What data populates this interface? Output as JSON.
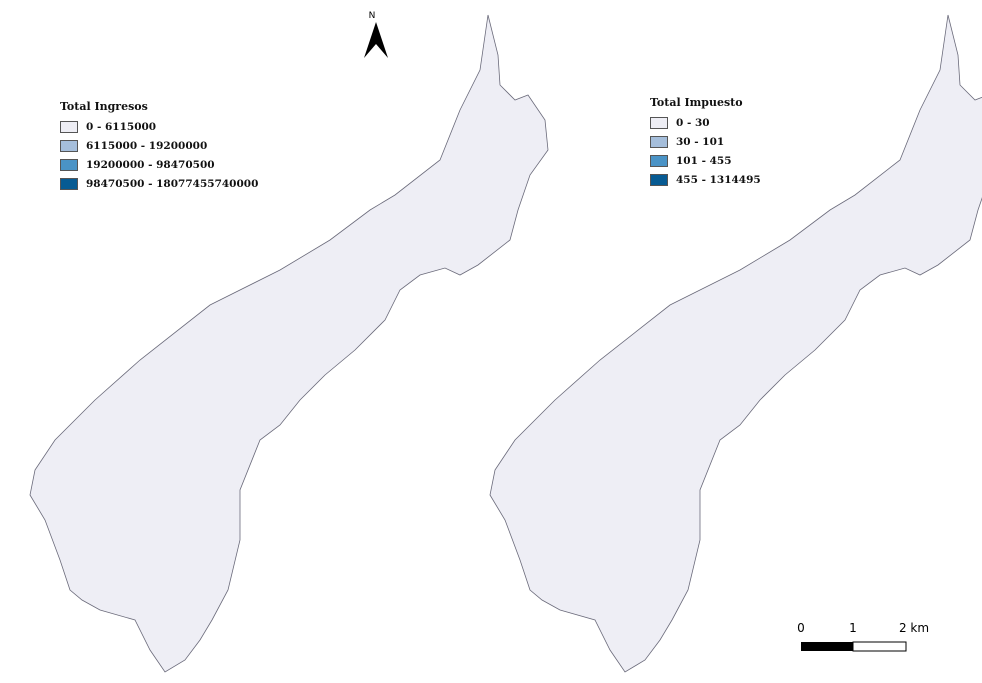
{
  "maps": [
    {
      "legend_title": "Total Ingresos",
      "classes": [
        {
          "label": "0 - 6115000",
          "color": "#eeeef5"
        },
        {
          "label": "6115000 - 19200000",
          "color": "#a5bedb"
        },
        {
          "label": "19200000 - 98470500",
          "color": "#4a93c6"
        },
        {
          "label": "98470500 - 18077455740000",
          "color": "#075b93"
        }
      ]
    },
    {
      "legend_title": "Total Impuesto",
      "classes": [
        {
          "label": "0 - 30",
          "color": "#eeeef5"
        },
        {
          "label": "30 - 101",
          "color": "#a5bedb"
        },
        {
          "label": "101 - 455",
          "color": "#4a93c6"
        },
        {
          "label": "455 - 1314495",
          "color": "#075b93"
        }
      ]
    }
  ],
  "north_arrow": {
    "label": "N"
  },
  "scale_bar": {
    "ticks": [
      "0",
      "1",
      "2 km"
    ]
  }
}
